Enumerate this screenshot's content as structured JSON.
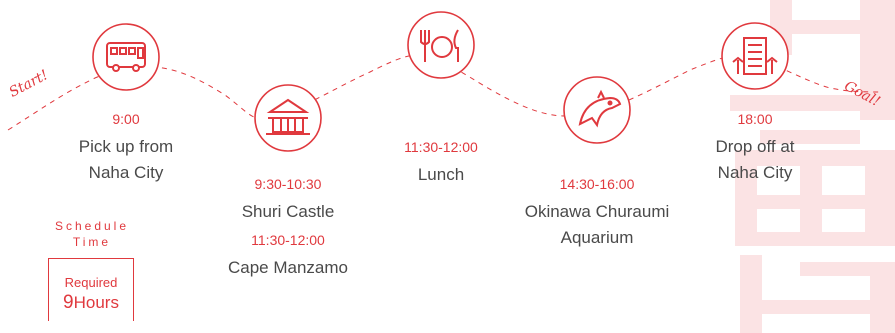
{
  "start_label": "Start!",
  "goal_label": "Goal!",
  "colors": {
    "accent": "#e0393e",
    "text": "#4a4a4a",
    "decor": "#fbe3e4"
  },
  "stops": [
    {
      "icon": "bus-icon",
      "time": "9:00",
      "label_lines": [
        "Pick up from",
        "Naha City"
      ]
    },
    {
      "icon": "shuri-castle-icon",
      "time": "9:30-10:30",
      "label_lines": [
        "Shuri Castle"
      ],
      "extra_time": "11:30-12:00",
      "extra_label": "Cape Manzamo"
    },
    {
      "icon": "dining-icon",
      "time": "11:30-12:00",
      "label_lines": [
        "Lunch"
      ]
    },
    {
      "icon": "whale-shark-icon",
      "time": "14:30-16:00",
      "label_lines": [
        "Okinawa Churaumi",
        "Aquarium"
      ]
    },
    {
      "icon": "hotel-icon",
      "time": "18:00",
      "label_lines": [
        "Drop off at",
        "Naha City"
      ]
    }
  ],
  "schedule": {
    "title_line1": "Schedule",
    "title_line2": "Time",
    "required_label": "Required",
    "hours_number": "9",
    "hours_unit": "Hours"
  }
}
